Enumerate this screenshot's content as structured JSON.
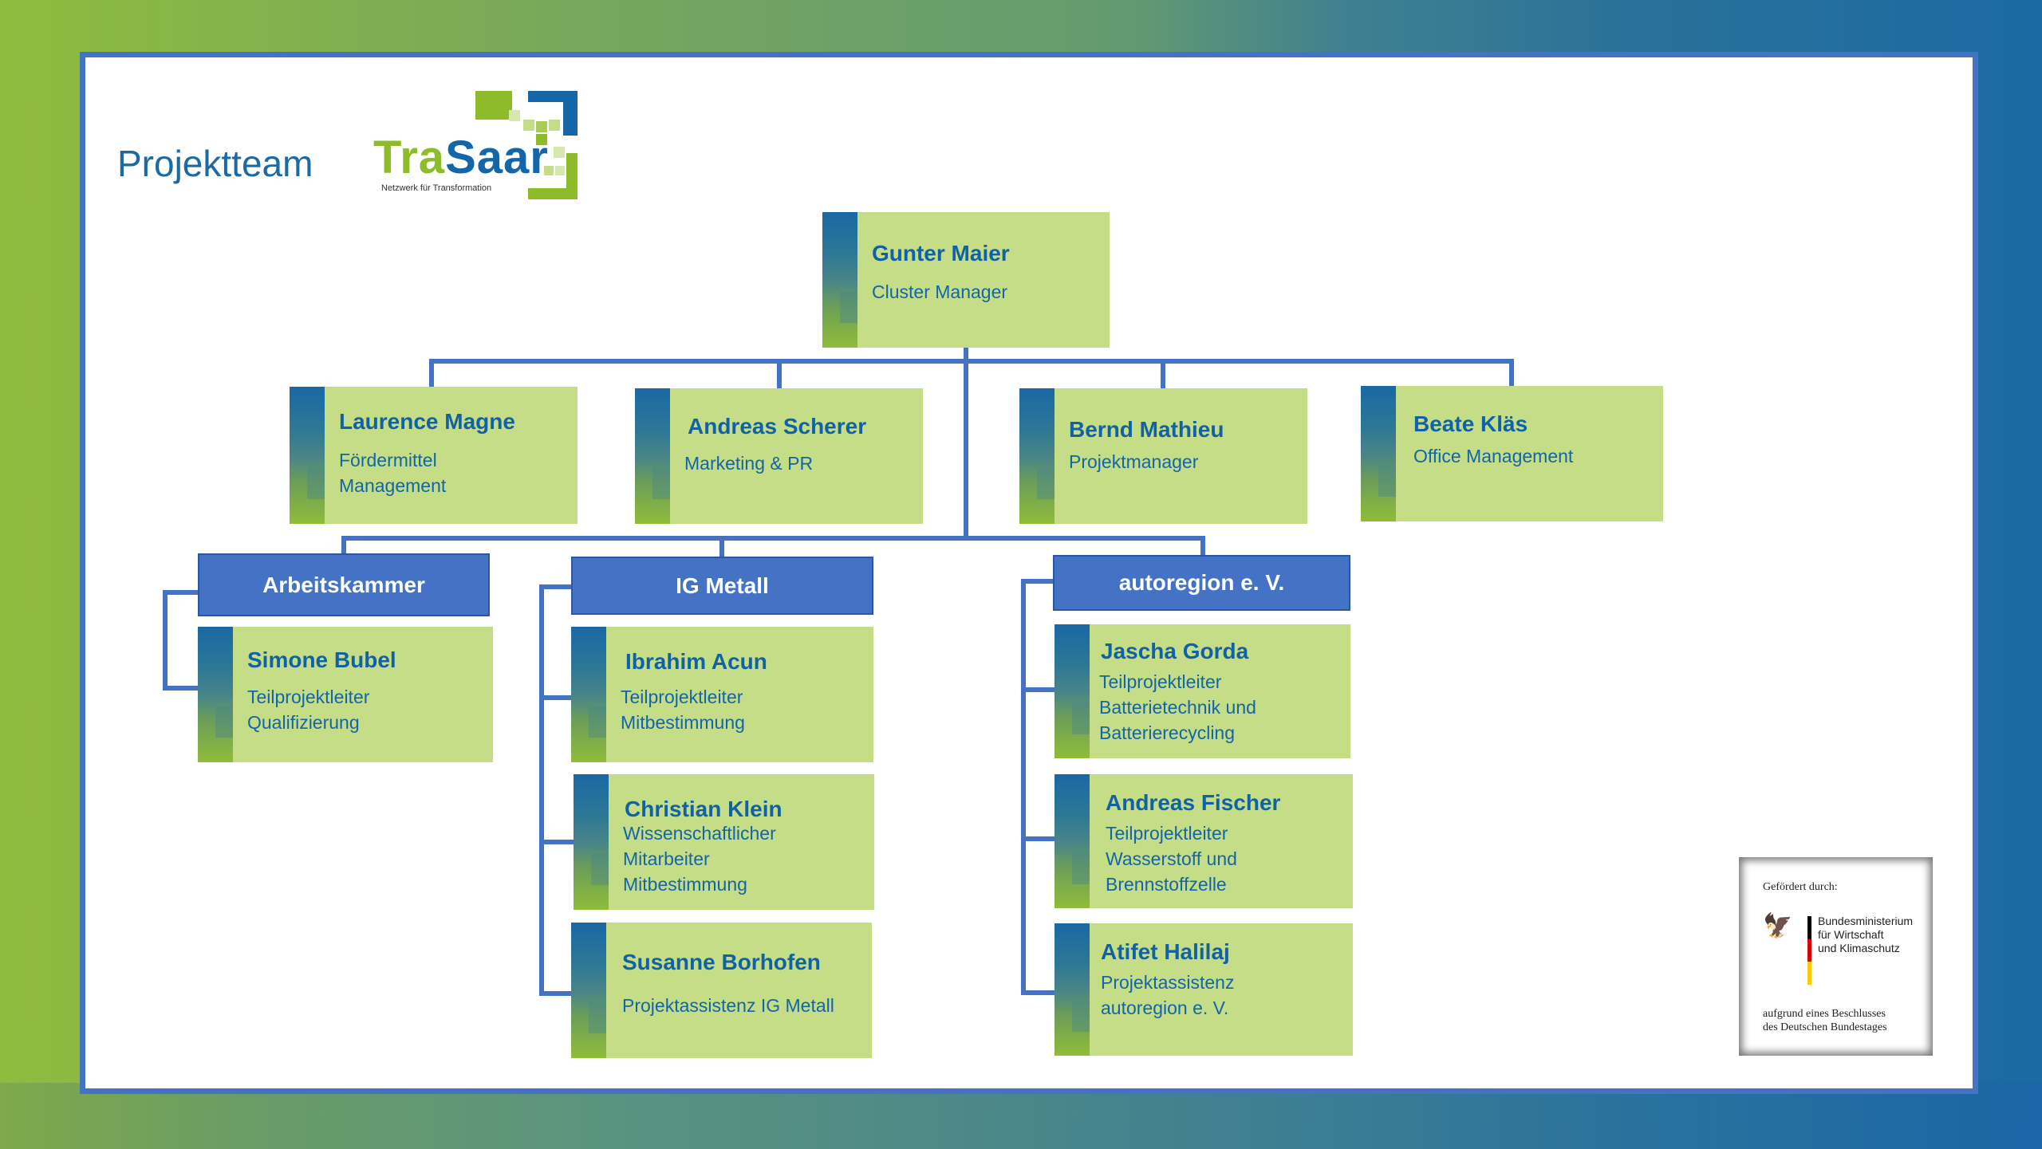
{
  "page": {
    "title": "Projektteam",
    "logo": {
      "part1": "Tra",
      "part2": "Saar",
      "tagline": "Netzwerk für Transformation"
    }
  },
  "colors": {
    "card": "#c5dd87",
    "text": "#0f62a6",
    "org": "#4472c4",
    "frame": "#4472c4"
  },
  "lead": {
    "name": "Gunter Maier",
    "role": "Cluster Manager"
  },
  "staff": [
    {
      "name": "Laurence Magne",
      "role": "Fördermittel\nManagement"
    },
    {
      "name": "Andreas Scherer",
      "role": "Marketing & PR"
    },
    {
      "name": "Bernd Mathieu",
      "role": "Projektmanager"
    },
    {
      "name": "Beate Kläs",
      "role": "Office Management"
    }
  ],
  "organizations": [
    {
      "label": "Arbeitskammer",
      "members": [
        {
          "name": "Simone Bubel",
          "role": "Teilprojektleiter\nQualifizierung"
        }
      ]
    },
    {
      "label": "IG Metall",
      "members": [
        {
          "name": "Ibrahim Acun",
          "role": "Teilprojektleiter\nMitbestimmung"
        },
        {
          "name": "Christian Klein",
          "role": "Wissenschaftlicher\nMitarbeiter\nMitbestimmung"
        },
        {
          "name": "Susanne Borhofen",
          "role": "Projektassistenz IG Metall"
        }
      ]
    },
    {
      "label": "autoregion e. V.",
      "members": [
        {
          "name": "Jascha Gorda",
          "role": "Teilprojektleiter\nBatterietechnik und\nBatterierecycling"
        },
        {
          "name": "Andreas Fischer",
          "role": "Teilprojektleiter\nWasserstoff und\nBrennstoffzelle"
        },
        {
          "name": "Atifet Halilaj",
          "role": "Projektassistenz\nautoregion e. V."
        }
      ]
    }
  ],
  "funding": {
    "by": "Gefördert durch:",
    "ministry": "Bundesministerium\nfür Wirtschaft\nund Klimaschutz",
    "decision": "aufgrund eines Beschlusses\ndes Deutschen Bundestages",
    "emblem_icon": "federal-eagle-icon"
  }
}
